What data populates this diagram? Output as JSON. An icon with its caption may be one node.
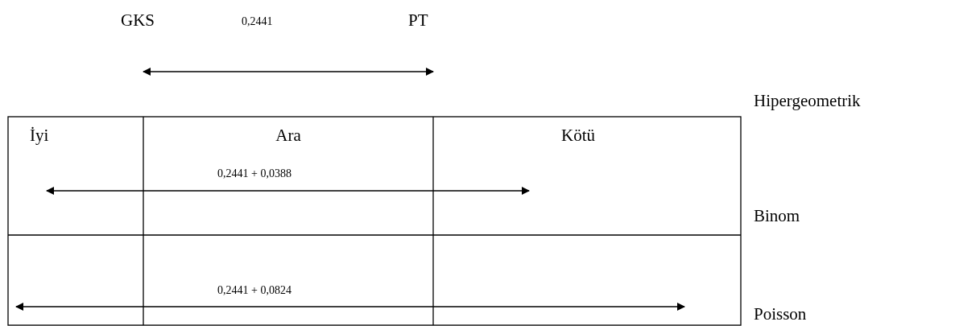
{
  "diagram": {
    "labels": [
      "GKS",
      "0,2441",
      "PT",
      "Hipergeometrik",
      "İyi",
      "Ara",
      "Kötü",
      "0,2441 + 0,0388",
      "Binom",
      "0,2441 + 0,0824",
      "Poisson"
    ]
  }
}
